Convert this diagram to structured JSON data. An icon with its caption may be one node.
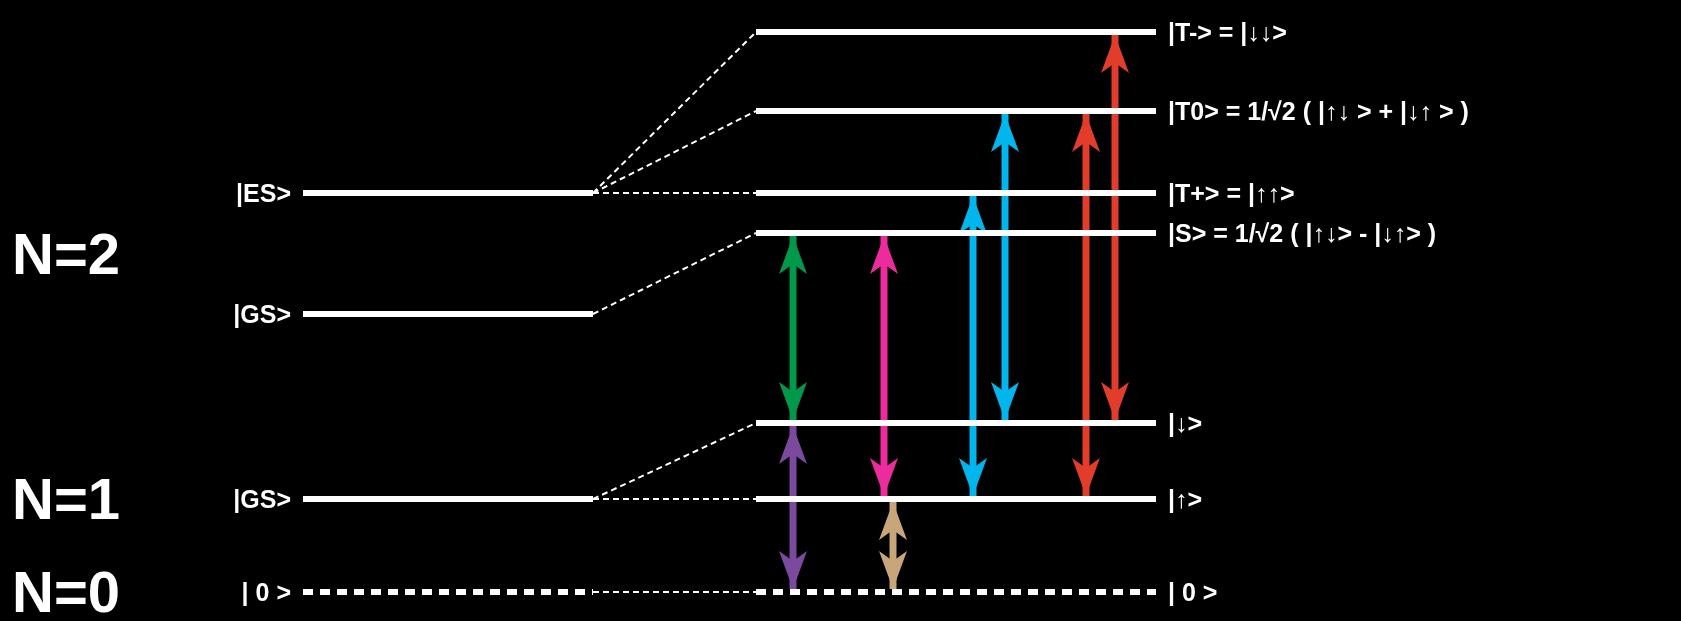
{
  "diagram": {
    "nodes": [
      {
        "text": [
          "|ES>"
        ]
      },
      {
        "text": [
          "|GS>"
        ]
      },
      {
        "text": [
          "|GS>"
        ]
      },
      {
        "text": [
          "| 0 >"
        ]
      },
      {
        "text": [
          "|T-> = |↓↓>"
        ]
      },
      {
        "text": [
          "|T0> = 1/√2 ( |↑↓ > + |↓↑ > )"
        ]
      },
      {
        "text": [
          "|T+> = |↑↑>"
        ]
      },
      {
        "text": [
          "|S> = 1/√2 ( |↑↓> - |↓↑> )"
        ]
      },
      {
        "text": [
          "|↓>"
        ]
      },
      {
        "text": [
          "|↑>"
        ]
      },
      {
        "text": [
          "| 0 >"
        ]
      }
    ],
    "edges": [
      {
        "from": 0,
        "to": 4,
        "arrow": "none",
        "style": "dashed"
      },
      {
        "from": 0,
        "to": 5,
        "arrow": "none",
        "style": "dashed"
      },
      {
        "from": 0,
        "to": 6,
        "arrow": "none",
        "style": "dashed"
      },
      {
        "from": 1,
        "to": 7,
        "arrow": "none",
        "style": "dashed"
      },
      {
        "from": 2,
        "to": 8,
        "arrow": "none",
        "style": "dashed"
      },
      {
        "from": 2,
        "to": 9,
        "arrow": "none",
        "style": "dashed"
      },
      {
        "from": 3,
        "to": 10,
        "arrow": "none",
        "style": "dashed"
      },
      {
        "from": 7,
        "to": 8,
        "arrow": "both",
        "color": "#00984a"
      },
      {
        "from": 7,
        "to": 9,
        "arrow": "both",
        "color": "#ec2c9c"
      },
      {
        "from": 6,
        "to": 9,
        "arrow": "both",
        "color": "#00b6ec"
      },
      {
        "from": 5,
        "to": 8,
        "arrow": "both",
        "color": "#00b6ec"
      },
      {
        "from": 5,
        "to": 9,
        "arrow": "both",
        "color": "#e23c2a"
      },
      {
        "from": 4,
        "to": 8,
        "arrow": "both",
        "color": "#e23c2a"
      },
      {
        "from": 8,
        "to": 10,
        "arrow": "both",
        "color": "#7b4a9e"
      },
      {
        "from": 9,
        "to": 10,
        "arrow": "both",
        "color": "#c9a57a"
      }
    ],
    "labels": [
      "N=2",
      "N=1",
      "N=0"
    ]
  }
}
